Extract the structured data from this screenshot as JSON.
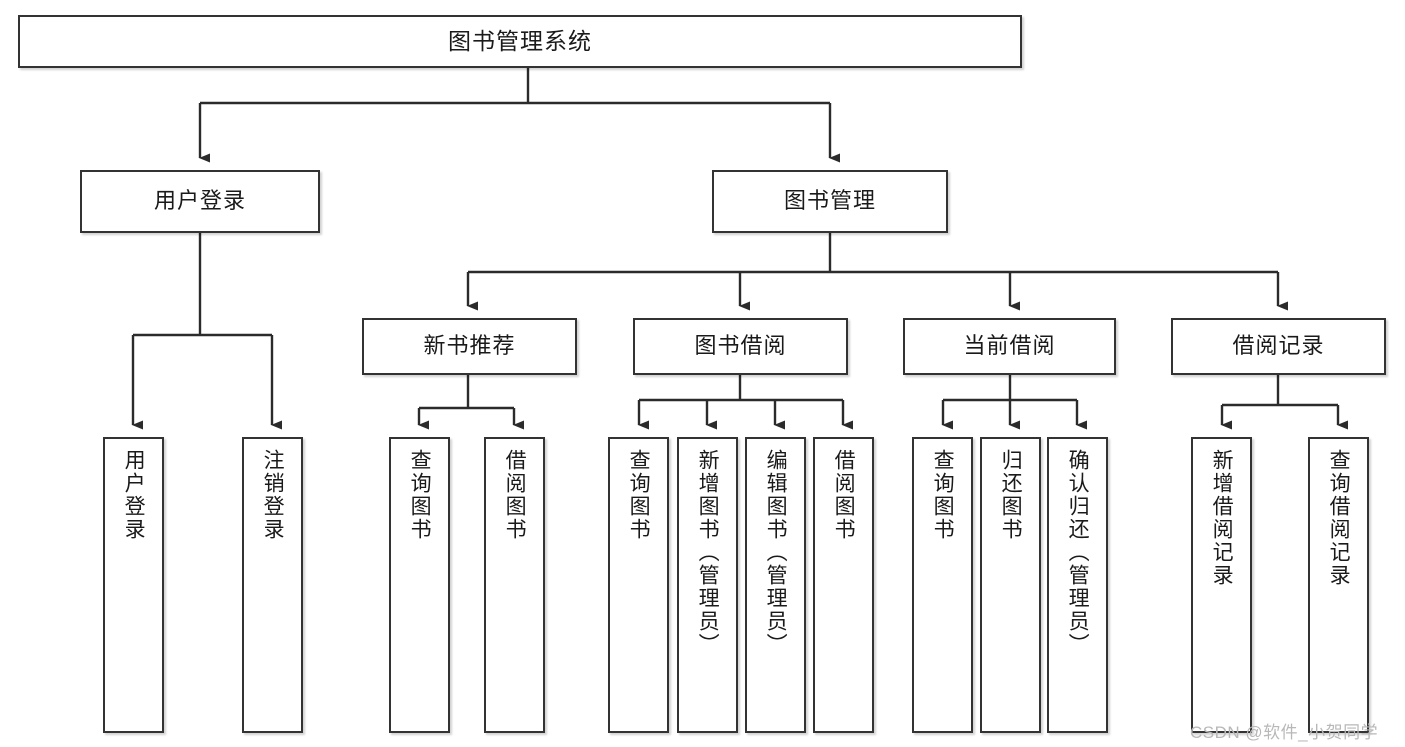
{
  "diagram": {
    "type": "hierarchy-tree",
    "title": "图书管理系统",
    "background_color": "#ffffff",
    "node_border_color": "#333333",
    "text_color": "#1a1a1a",
    "levels": {
      "root": "图书管理系统",
      "level2": [
        "用户登录",
        "图书管理"
      ],
      "level3": [
        "新书推荐",
        "图书借阅",
        "当前借阅",
        "借阅记录"
      ]
    }
  },
  "nodes": {
    "root": {
      "label": "图书管理系统"
    },
    "user_login": {
      "label": "用户登录"
    },
    "book_manage": {
      "label": "图书管理"
    },
    "new_book_rec": {
      "label": "新书推荐"
    },
    "book_borrow": {
      "label": "图书借阅"
    },
    "current_borrow": {
      "label": "当前借阅"
    },
    "borrow_record": {
      "label": "借阅记录"
    }
  },
  "leaves": {
    "group_user_login": [
      {
        "label": "用户登录"
      },
      {
        "label": "注销登录"
      }
    ],
    "group_new_book_rec": [
      {
        "label": "查询图书"
      },
      {
        "label": "借阅图书"
      }
    ],
    "group_book_borrow": [
      {
        "label": "查询图书"
      },
      {
        "label": "新增图书（管理员）"
      },
      {
        "label": "编辑图书（管理员）"
      },
      {
        "label": "借阅图书"
      }
    ],
    "group_current_borrow": [
      {
        "label": "查询图书"
      },
      {
        "label": "归还图书"
      },
      {
        "label": "确认归还（管理员）"
      }
    ],
    "group_borrow_record": [
      {
        "label": "新增借阅记录"
      },
      {
        "label": "查询借阅记录"
      }
    ]
  },
  "watermark": {
    "text": "CSDN @软件_小贺同学"
  }
}
